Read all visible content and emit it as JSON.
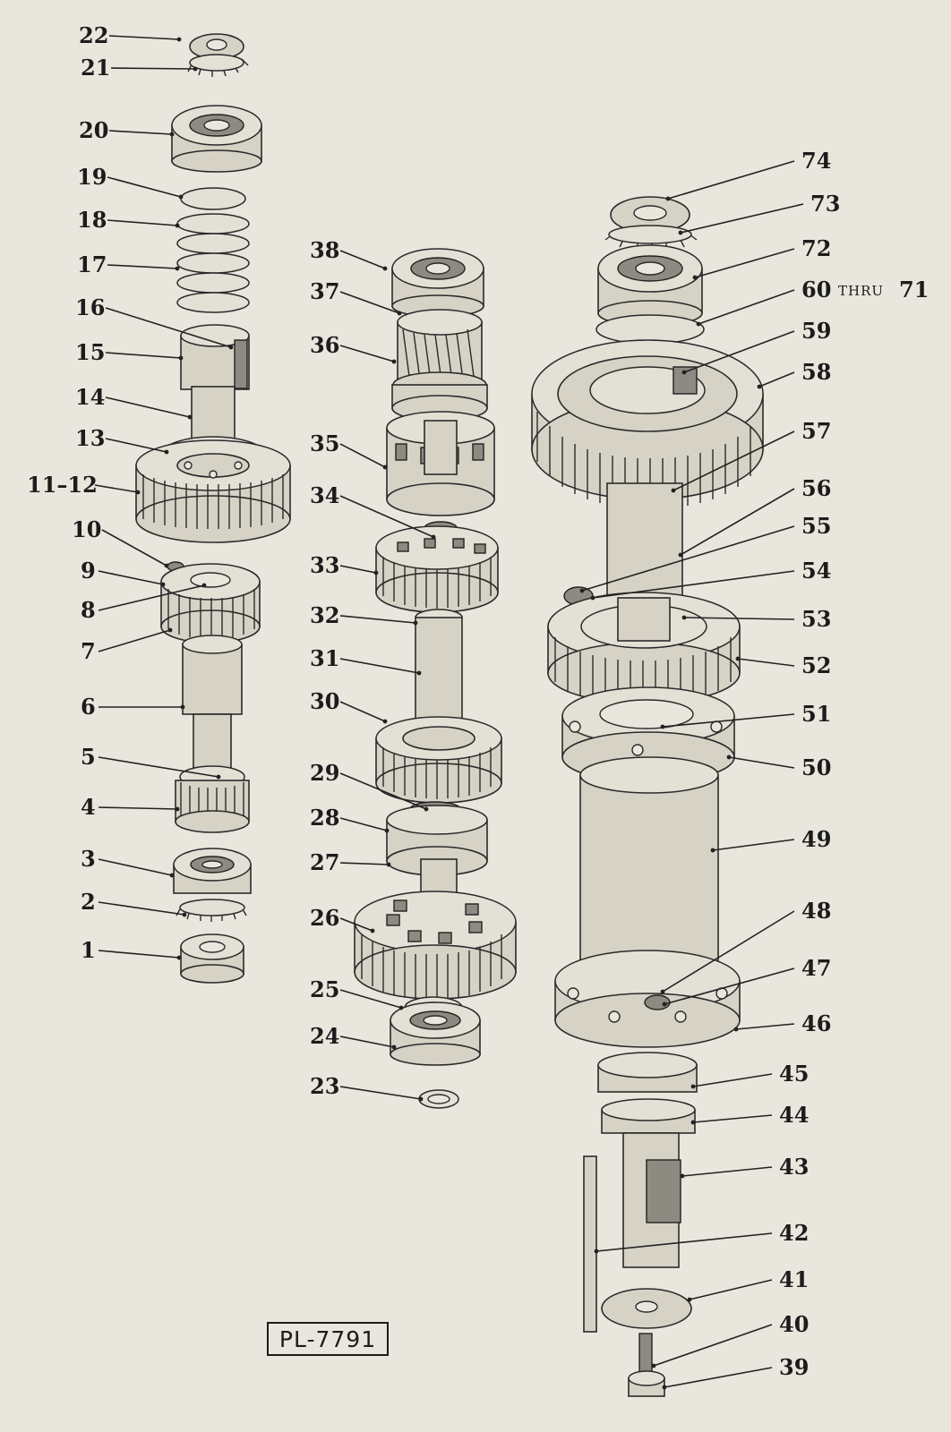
{
  "plate_label": "PL-7791",
  "range_word": "THRU",
  "callouts": [
    {
      "id": "22",
      "text": "22"
    },
    {
      "id": "21",
      "text": "21"
    },
    {
      "id": "20",
      "text": "20"
    },
    {
      "id": "19",
      "text": "19"
    },
    {
      "id": "18",
      "text": "18"
    },
    {
      "id": "17",
      "text": "17"
    },
    {
      "id": "16",
      "text": "16"
    },
    {
      "id": "15",
      "text": "15"
    },
    {
      "id": "14",
      "text": "14"
    },
    {
      "id": "13",
      "text": "13"
    },
    {
      "id": "11-12",
      "text": "11–12"
    },
    {
      "id": "10",
      "text": "10"
    },
    {
      "id": "9",
      "text": "9"
    },
    {
      "id": "8",
      "text": "8"
    },
    {
      "id": "7",
      "text": "7"
    },
    {
      "id": "6",
      "text": "6"
    },
    {
      "id": "5",
      "text": "5"
    },
    {
      "id": "4",
      "text": "4"
    },
    {
      "id": "3",
      "text": "3"
    },
    {
      "id": "2",
      "text": "2"
    },
    {
      "id": "1",
      "text": "1"
    },
    {
      "id": "38",
      "text": "38"
    },
    {
      "id": "37",
      "text": "37"
    },
    {
      "id": "36",
      "text": "36"
    },
    {
      "id": "35",
      "text": "35"
    },
    {
      "id": "34",
      "text": "34"
    },
    {
      "id": "33",
      "text": "33"
    },
    {
      "id": "32",
      "text": "32"
    },
    {
      "id": "31",
      "text": "31"
    },
    {
      "id": "30",
      "text": "30"
    },
    {
      "id": "29",
      "text": "29"
    },
    {
      "id": "28",
      "text": "28"
    },
    {
      "id": "27",
      "text": "27"
    },
    {
      "id": "26",
      "text": "26"
    },
    {
      "id": "25",
      "text": "25"
    },
    {
      "id": "24",
      "text": "24"
    },
    {
      "id": "23",
      "text": "23"
    },
    {
      "id": "74",
      "text": "74"
    },
    {
      "id": "73",
      "text": "73"
    },
    {
      "id": "72",
      "text": "72"
    },
    {
      "id": "60",
      "text": "60"
    },
    {
      "id": "71",
      "text": "71"
    },
    {
      "id": "59",
      "text": "59"
    },
    {
      "id": "58",
      "text": "58"
    },
    {
      "id": "57",
      "text": "57"
    },
    {
      "id": "56",
      "text": "56"
    },
    {
      "id": "55",
      "text": "55"
    },
    {
      "id": "54",
      "text": "54"
    },
    {
      "id": "53",
      "text": "53"
    },
    {
      "id": "52",
      "text": "52"
    },
    {
      "id": "51",
      "text": "51"
    },
    {
      "id": "50",
      "text": "50"
    },
    {
      "id": "49",
      "text": "49"
    },
    {
      "id": "48",
      "text": "48"
    },
    {
      "id": "47",
      "text": "47"
    },
    {
      "id": "46",
      "text": "46"
    },
    {
      "id": "45",
      "text": "45"
    },
    {
      "id": "44",
      "text": "44"
    },
    {
      "id": "43",
      "text": "43"
    },
    {
      "id": "42",
      "text": "42"
    },
    {
      "id": "41",
      "text": "41"
    },
    {
      "id": "40",
      "text": "40"
    },
    {
      "id": "39",
      "text": "39"
    }
  ]
}
